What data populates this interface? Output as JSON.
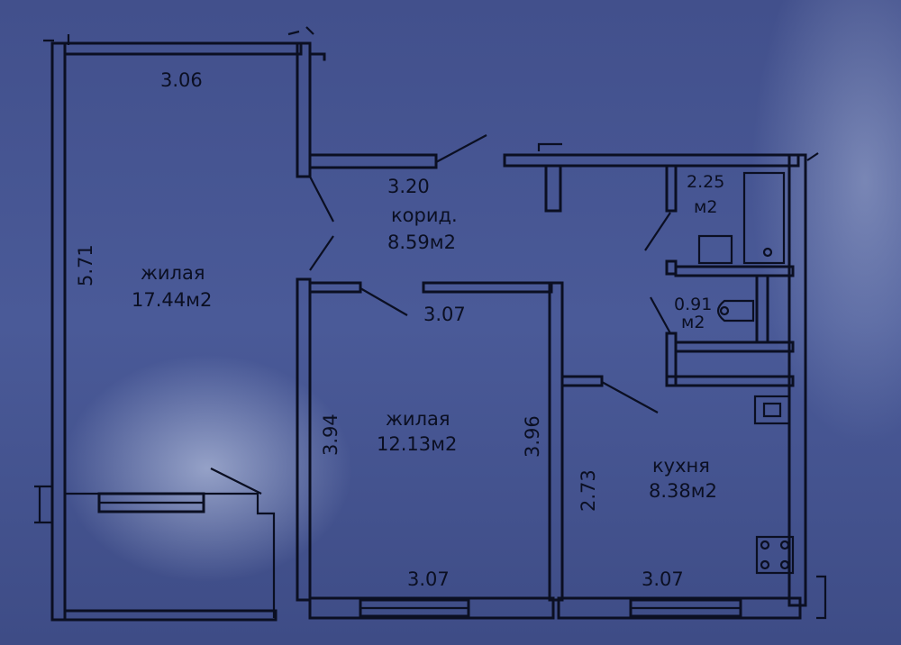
{
  "rooms": {
    "living_large": {
      "label": "жилая",
      "area": "17.44м2"
    },
    "corridor": {
      "label": "корид.",
      "area": "8.59м2"
    },
    "living_small": {
      "label": "жилая",
      "area": "12.13м2"
    },
    "kitchen": {
      "label": "кухня",
      "area": "8.38м2"
    },
    "bathroom": {
      "area_value": "2.25",
      "area_unit": "м2"
    },
    "toilet": {
      "area_value": "0.91",
      "area_unit": "м2"
    }
  },
  "dimensions": {
    "large_top": "3.06",
    "large_side": "5.71",
    "corridor_top": "3.20",
    "small_top": "3.07",
    "small_left": "3.94",
    "small_right": "3.96",
    "small_bottom": "3.07",
    "kitchen_side": "2.73",
    "kitchen_bottom": "3.07"
  }
}
